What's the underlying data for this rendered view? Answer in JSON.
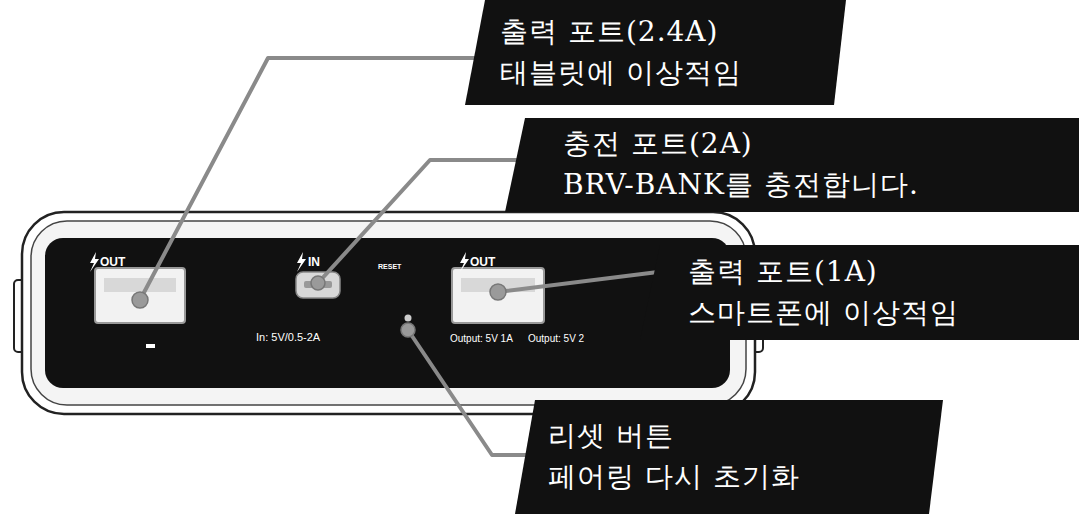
{
  "diagram": {
    "nodes": [
      {
        "text": [
          "출력 포트(2.4A)",
          "태블릿에 이상적임"
        ]
      },
      {
        "text": [
          "충전 포트(2A)",
          "BRV-BANK를 충전합니다."
        ]
      },
      {
        "text": [
          "출력 포트(1A)",
          "스마트폰에 이상적임"
        ]
      },
      {
        "text": [
          "리셋 버튼",
          "페어링 다시 초기화"
        ]
      }
    ],
    "labels": [
      "OUT",
      "IN",
      "RESET",
      "In: 5V/0.5-2A",
      "OUT",
      "Output: 5V 1A",
      "Output: 5V 2"
    ]
  }
}
